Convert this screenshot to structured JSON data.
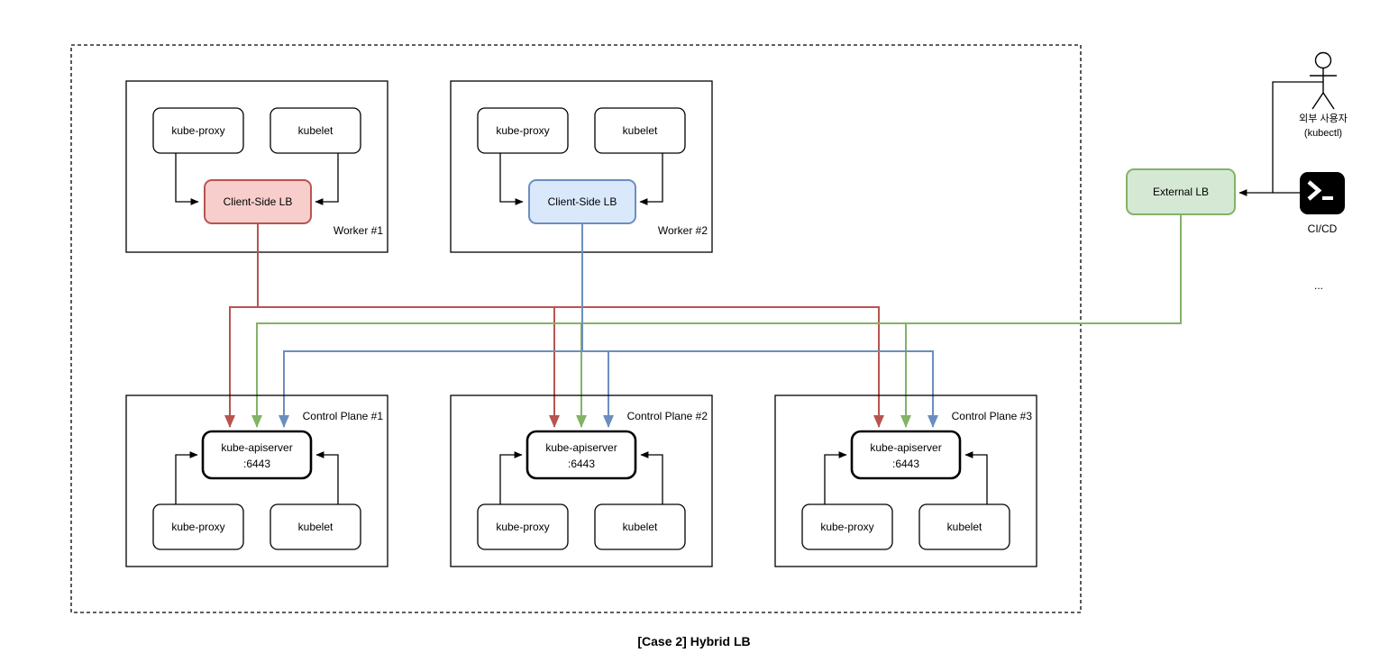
{
  "diagram": {
    "title": "[Case 2] Hybrid LB"
  },
  "workers": [
    {
      "label": "Worker #1",
      "kube_proxy": "kube-proxy",
      "kubelet": "kubelet",
      "lb": "Client-Side LB"
    },
    {
      "label": "Worker #2",
      "kube_proxy": "kube-proxy",
      "kubelet": "kubelet",
      "lb": "Client-Side LB"
    }
  ],
  "control_planes": [
    {
      "label": "Control Plane #1",
      "apiserver": "kube-apiserver",
      "port": ":6443",
      "kube_proxy": "kube-proxy",
      "kubelet": "kubelet"
    },
    {
      "label": "Control Plane #2",
      "apiserver": "kube-apiserver",
      "port": ":6443",
      "kube_proxy": "kube-proxy",
      "kubelet": "kubelet"
    },
    {
      "label": "Control Plane #3",
      "apiserver": "kube-apiserver",
      "port": ":6443",
      "kube_proxy": "kube-proxy",
      "kubelet": "kubelet"
    }
  ],
  "external": {
    "lb_label": "External LB",
    "actor_line1": "외부 사용자",
    "actor_line2": "(kubectl)",
    "cicd_label": "CI/CD",
    "ellipsis": "..."
  },
  "colors": {
    "worker1_lb_fill": "#f8cecc",
    "worker1_lb_stroke": "#b85450",
    "worker2_lb_fill": "#dae8fc",
    "worker2_lb_stroke": "#6c8ebf",
    "external_lb_fill": "#d5e8d4",
    "external_lb_stroke": "#82b366",
    "route_from_worker1": "#b85450",
    "route_from_worker2": "#6c8ebf",
    "route_from_external_lb": "#82b366"
  }
}
